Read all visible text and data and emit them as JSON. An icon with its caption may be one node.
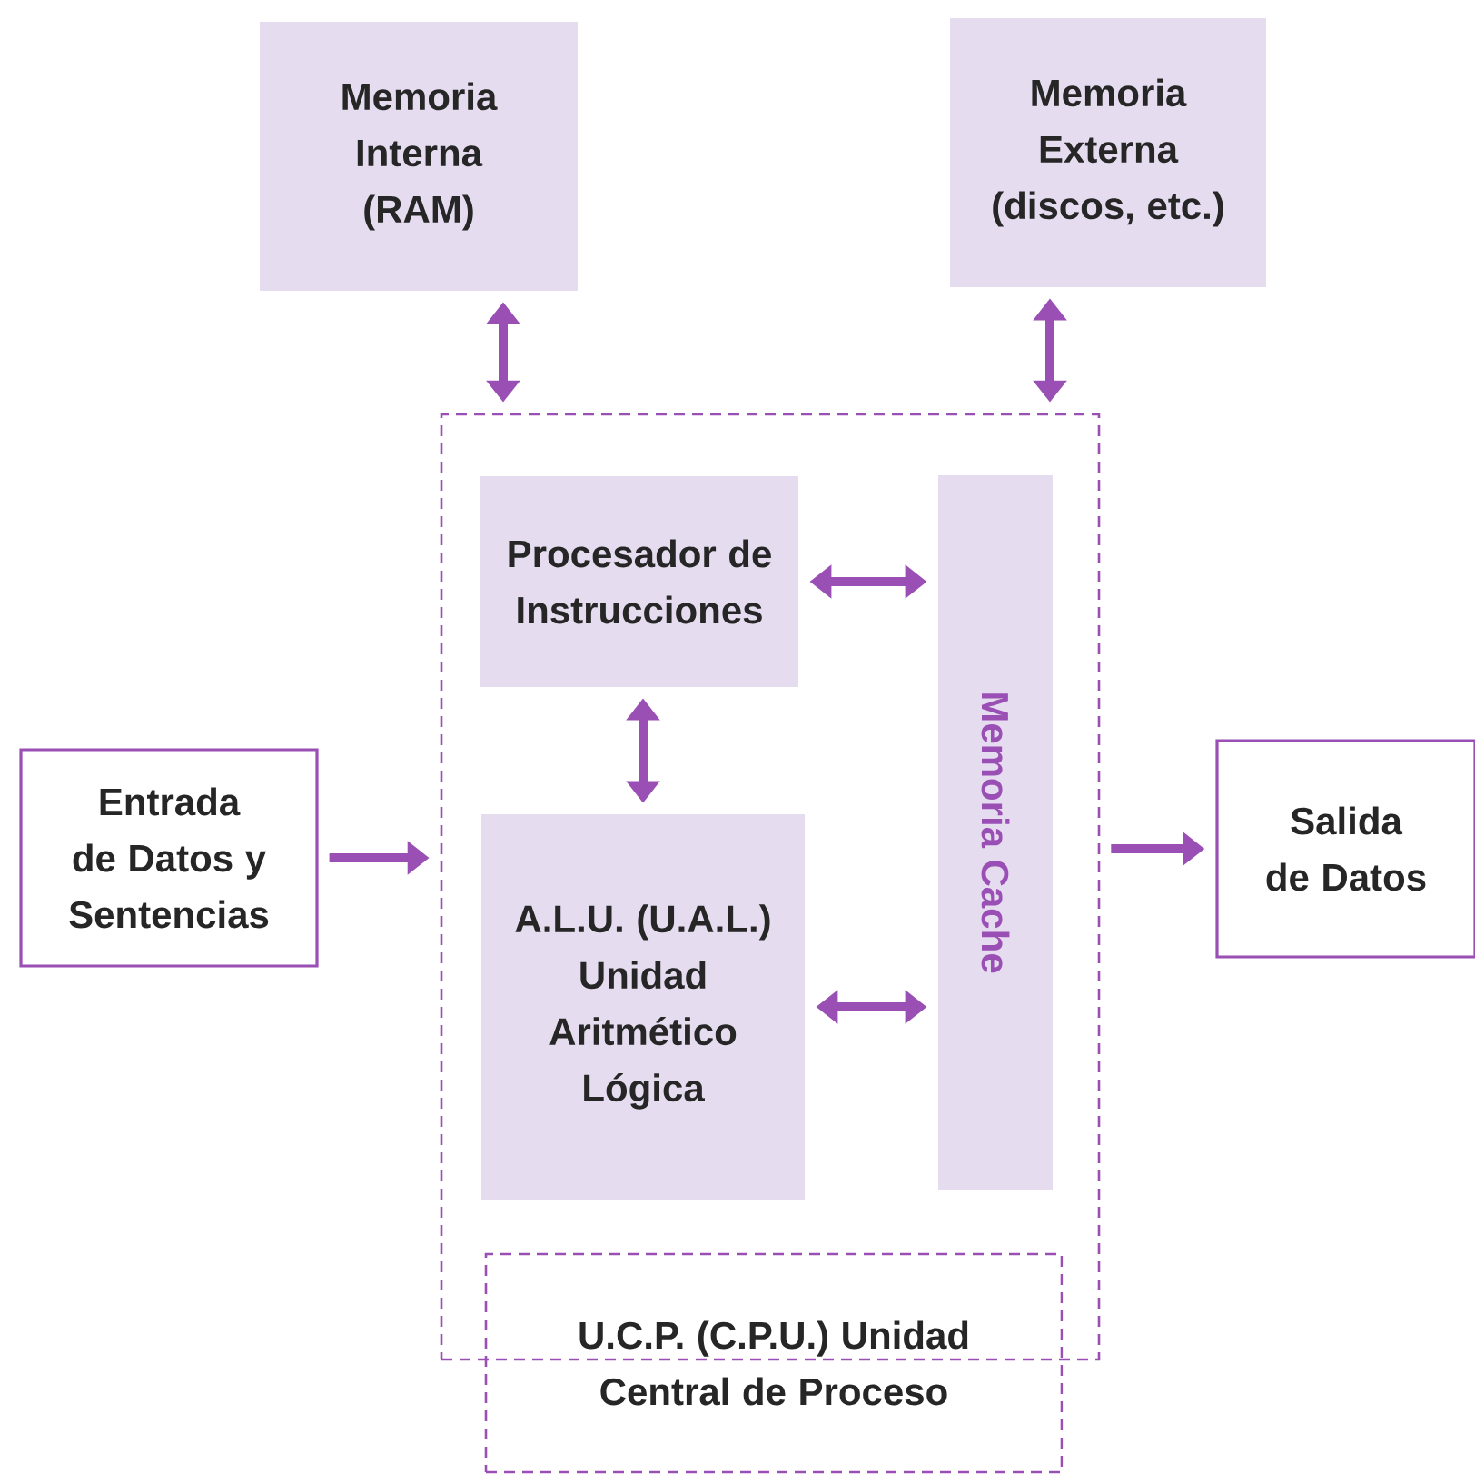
{
  "diagram": {
    "nodes": [
      {
        "text": [
          "Memoria Interna (RAM)"
        ]
      },
      {
        "text": [
          "Memoria Externa (discos, etc.)"
        ]
      },
      {
        "text": [],
        "shape": "box"
      },
      {
        "text": [
          "Procesador de Instrucciones"
        ],
        "in": 2
      },
      {
        "text": [
          "A.L.U. (U.A.L.) Unidad Aritmético Lógica"
        ],
        "in": 2
      },
      {
        "text": [
          "Memoria Cache"
        ],
        "in": 2
      },
      {
        "text": [
          "Entrada de Datos y Sentencias"
        ]
      },
      {
        "text": [
          "Salida de Datos"
        ]
      },
      {
        "text": [
          "U.C.P. (C.P.U.) Unidad Central de Proceso"
        ]
      }
    ],
    "edges": [
      {
        "from": 0,
        "to": 2,
        "arrow": "both"
      },
      {
        "from": 1,
        "to": 2,
        "arrow": "both"
      },
      {
        "from": 3,
        "to": 5,
        "arrow": "both"
      },
      {
        "from": 3,
        "to": 4,
        "arrow": "both"
      },
      {
        "from": 4,
        "to": 5,
        "arrow": "both"
      },
      {
        "from": 6,
        "to": 2,
        "arrow": "to"
      },
      {
        "from": 2,
        "to": 7,
        "arrow": "to"
      }
    ]
  }
}
